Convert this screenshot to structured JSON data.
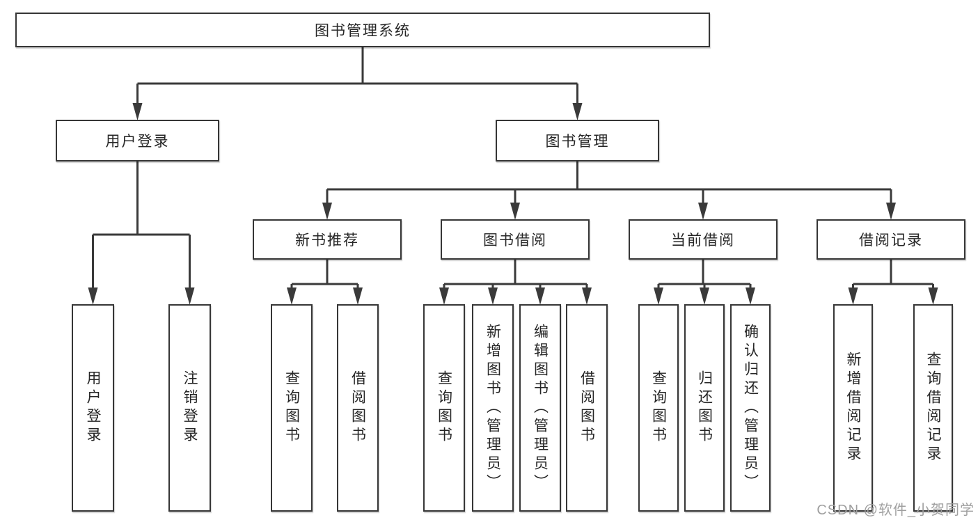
{
  "colors": {
    "line": "#3a3a3a",
    "box_border": "#363636",
    "text": "#262626",
    "background": "#ffffff",
    "watermark": "#9f9f9f"
  },
  "watermark": {
    "text": "CSDN @软件_小贺同学"
  },
  "diagram": {
    "root": {
      "label": "图书管理系统"
    },
    "level2": {
      "user_login": {
        "label": "用户登录"
      },
      "book_management": {
        "label": "图书管理"
      }
    },
    "level3": {
      "new_book_recommend": {
        "label": "新书推荐"
      },
      "book_borrowing": {
        "label": "图书借阅"
      },
      "current_borrowing": {
        "label": "当前借阅"
      },
      "borrowing_records": {
        "label": "借阅记录"
      }
    },
    "leaves": {
      "user_login": {
        "label": "用户登录"
      },
      "logout": {
        "label": "注销登录"
      },
      "recommend_query_books": {
        "label": "查询图书"
      },
      "recommend_borrow_books": {
        "label": "借阅图书"
      },
      "borrowing_query_books": {
        "label": "查询图书"
      },
      "borrowing_add_books_admin": {
        "label": "新增图书（管理员）"
      },
      "borrowing_edit_books_admin": {
        "label": "编辑图书（管理员）"
      },
      "borrowing_borrow_books": {
        "label": "借阅图书"
      },
      "current_query_books": {
        "label": "查询图书"
      },
      "current_return_books": {
        "label": "归还图书"
      },
      "current_confirm_return_admin": {
        "label": "确认归还（管理员）"
      },
      "records_add_record": {
        "label": "新增借阅记录"
      },
      "records_query_record": {
        "label": "查询借阅记录"
      }
    }
  }
}
